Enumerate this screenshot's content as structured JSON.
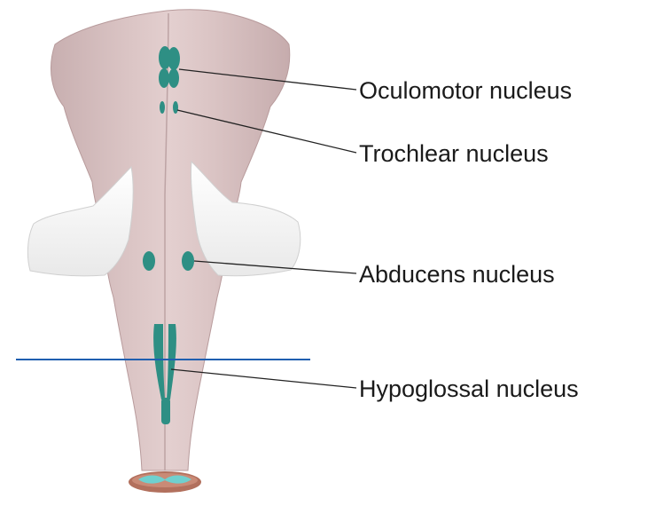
{
  "labels": {
    "oculomotor": "Oculomotor nucleus",
    "trochlear": "Trochlear nucleus",
    "abducens": "Abducens nucleus",
    "hypoglossal": "Hypoglossal nucleus"
  },
  "colors": {
    "brainstem": "#d9c2c2",
    "brainstem_shadow": "#c4a9aa",
    "nucleus": "#2e8f84",
    "cerebellar_peduncle": "#f4f4f4",
    "section_line": "#1f5fb0",
    "spinal_cord_cut": "#b2705d",
    "gray_matter_cut": "#6fd0cf",
    "leader_line": "#222222"
  }
}
